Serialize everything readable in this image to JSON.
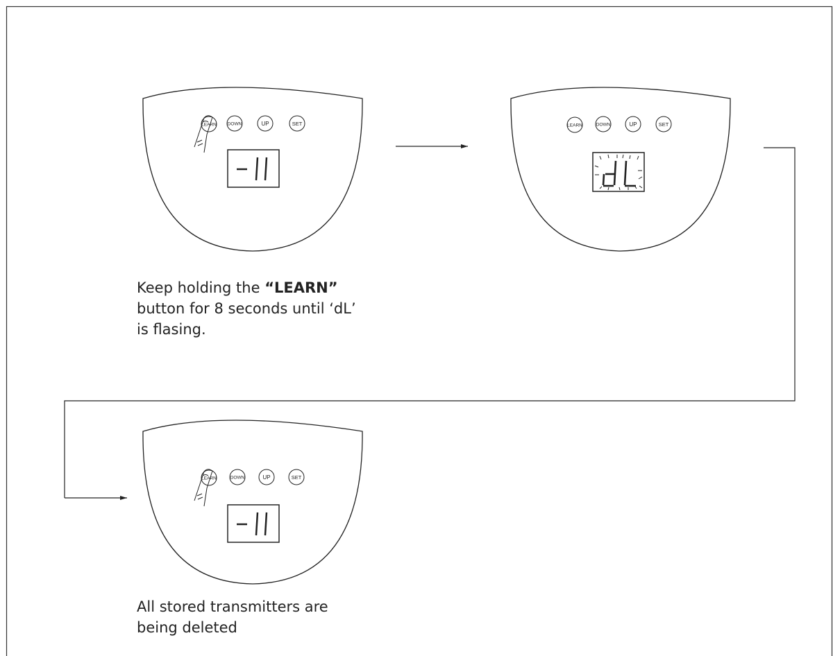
{
  "buttons": {
    "learn": "LEARN",
    "down": "DOWN",
    "up": "UP",
    "set": "SET"
  },
  "panels": [
    {
      "display": "- II",
      "state": "finger pressing LEARN"
    },
    {
      "display": "dL",
      "state": "flashing"
    },
    {
      "display": "- II",
      "state": "finger pressing LEARN"
    }
  ],
  "captions": {
    "step1_prefix": "Keep holding the ",
    "step1_bold": "“LEARN”",
    "step1_line2": "button for 8 seconds until ‘dL’",
    "step1_line3": "is flasing.",
    "step2_line1": "All stored transmitters are",
    "step2_line2": "being deleted"
  },
  "colors": {
    "stroke": "#222222",
    "background": "#ffffff"
  }
}
